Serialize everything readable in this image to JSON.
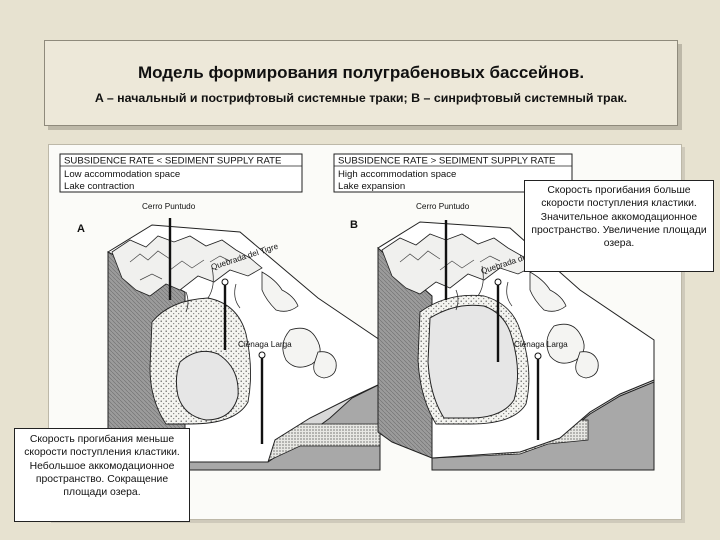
{
  "title": {
    "main": "Модель формирования полуграбеновых бассейнов.",
    "sub": "A – начальный и пострифтовый системные траки; B – синрифтовый системный трак."
  },
  "panel_a": {
    "letter": "A",
    "header": [
      "SUBSIDENCE RATE < SEDIMENT SUPPLY RATE",
      "Low accommodation space",
      "Lake contraction"
    ],
    "places": [
      "Cerro Puntudo",
      "Quebrada del Tigre",
      "Ciénaga Larga"
    ]
  },
  "panel_b": {
    "letter": "B",
    "header": [
      "SUBSIDENCE RATE > SEDIMENT SUPPLY RATE",
      "High accommodation space",
      "Lake expansion"
    ],
    "places": [
      "Cerro Puntudo",
      "Quebrada del Tigre",
      "Ciénaga Larga"
    ]
  },
  "callouts": {
    "top": "Скорость прогибания больше скорости поступления кластики. Значительное аккомодационное пространство. Увеличение площади озера.",
    "bottom": "Скорость прогибания меньше скорости поступления кластики. Небольшое аккомодационное пространство. Сокращение площади озера."
  },
  "colors": {
    "background": "#e7e2d0",
    "panel": "#fbfbf8",
    "lake": "#e6e6e6",
    "side": "#8a8a8a"
  }
}
